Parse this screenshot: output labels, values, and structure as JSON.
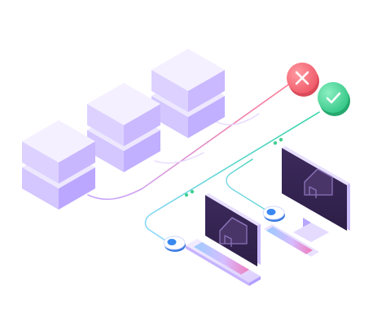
{
  "illustration": {
    "servers": [
      {
        "name": "server-stack-left",
        "units": 2
      },
      {
        "name": "server-stack-middle",
        "units": 2
      },
      {
        "name": "server-stack-right",
        "units": 2
      }
    ],
    "status_badges": [
      {
        "name": "reject-badge",
        "symbol": "✕",
        "color": "#f0646f"
      },
      {
        "name": "approve-badge",
        "symbol": "✓",
        "color": "#3fd08f"
      }
    ],
    "devices": [
      {
        "name": "laptop",
        "screen_icon": "house-icon"
      },
      {
        "name": "desktop-monitor",
        "screen_icon": "house-icon"
      }
    ],
    "connectors": [
      {
        "name": "reject-connection",
        "color_from": "#c7a8ff",
        "color_to": "#ff7590"
      },
      {
        "name": "approve-connection",
        "color_from": "#8ed8ff",
        "color_to": "#35d4a6"
      }
    ],
    "colors": {
      "server_top": "#f0ebff",
      "server_left": "#d7cbff",
      "server_right": "#c2b1ff",
      "device_dark": "#3a2755",
      "device_purple": "#8a65e8",
      "reject": "#f0646f",
      "approve": "#3fd08f"
    }
  }
}
